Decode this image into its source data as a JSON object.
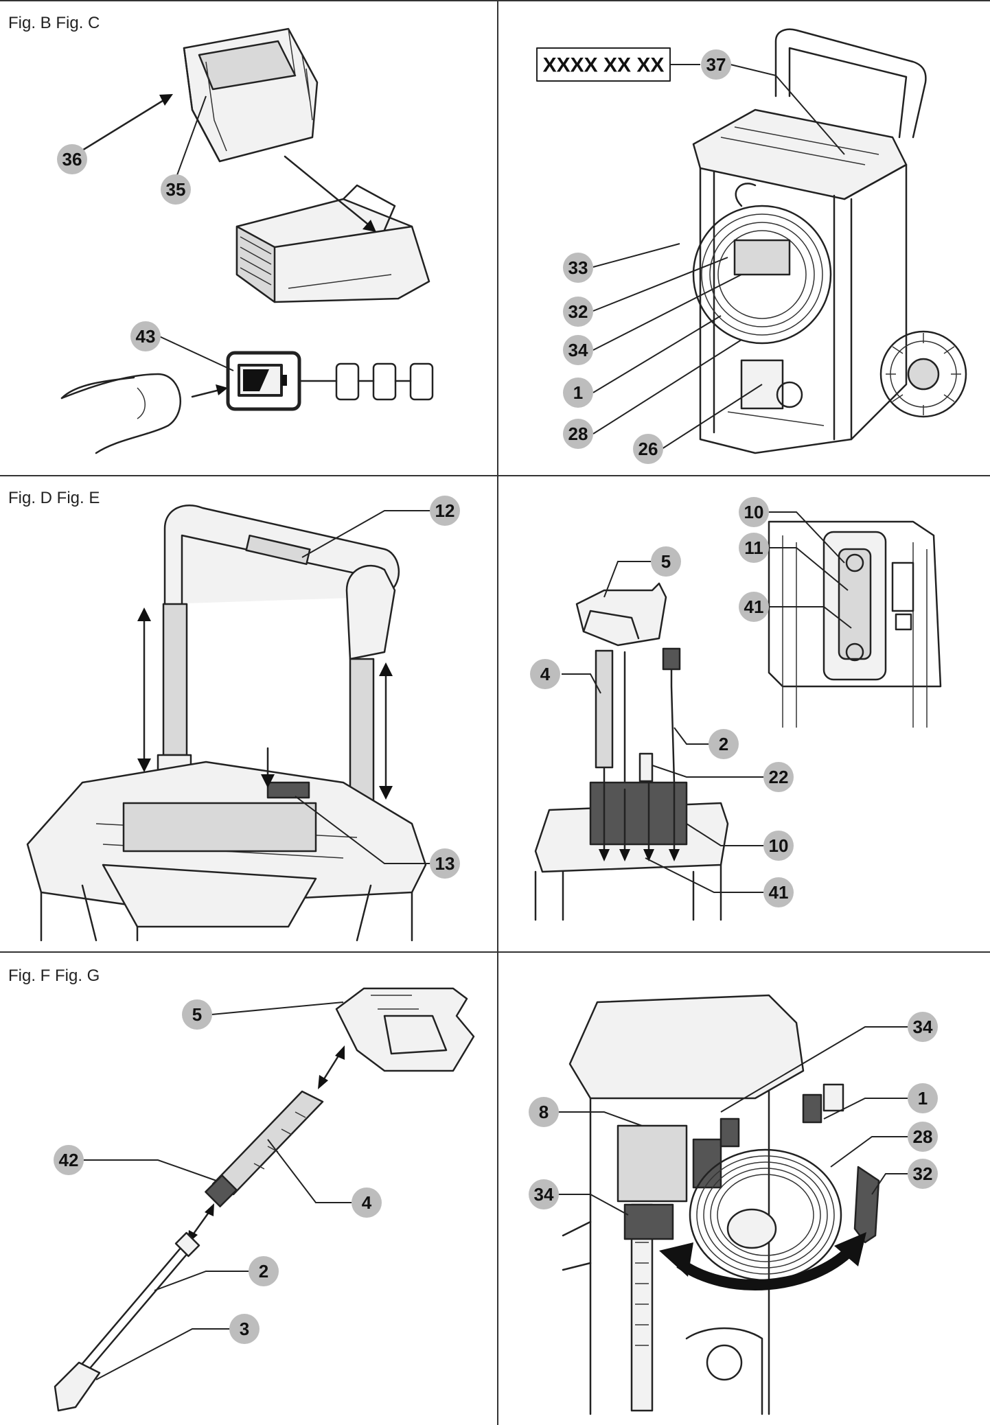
{
  "captions": {
    "top": "Fig. B Fig. C",
    "middle": "Fig. D Fig. E",
    "bottom": "Fig. F Fig. G"
  },
  "rating_label": "XXXX XX XX",
  "callouts": {
    "panel_b": [
      "36",
      "35",
      "43"
    ],
    "panel_c": [
      "37",
      "33",
      "32",
      "34",
      "1",
      "28",
      "26"
    ],
    "panel_d": [
      "12",
      "13"
    ],
    "panel_e": [
      "10",
      "11",
      "41",
      "5",
      "4",
      "2",
      "22",
      "10",
      "41"
    ],
    "panel_f": [
      "5",
      "42",
      "4",
      "2",
      "3"
    ],
    "panel_g": [
      "34",
      "1",
      "8",
      "28",
      "32",
      "34"
    ]
  },
  "colors": {
    "callout_fill": "#bdbdbd",
    "line": "#222222"
  }
}
